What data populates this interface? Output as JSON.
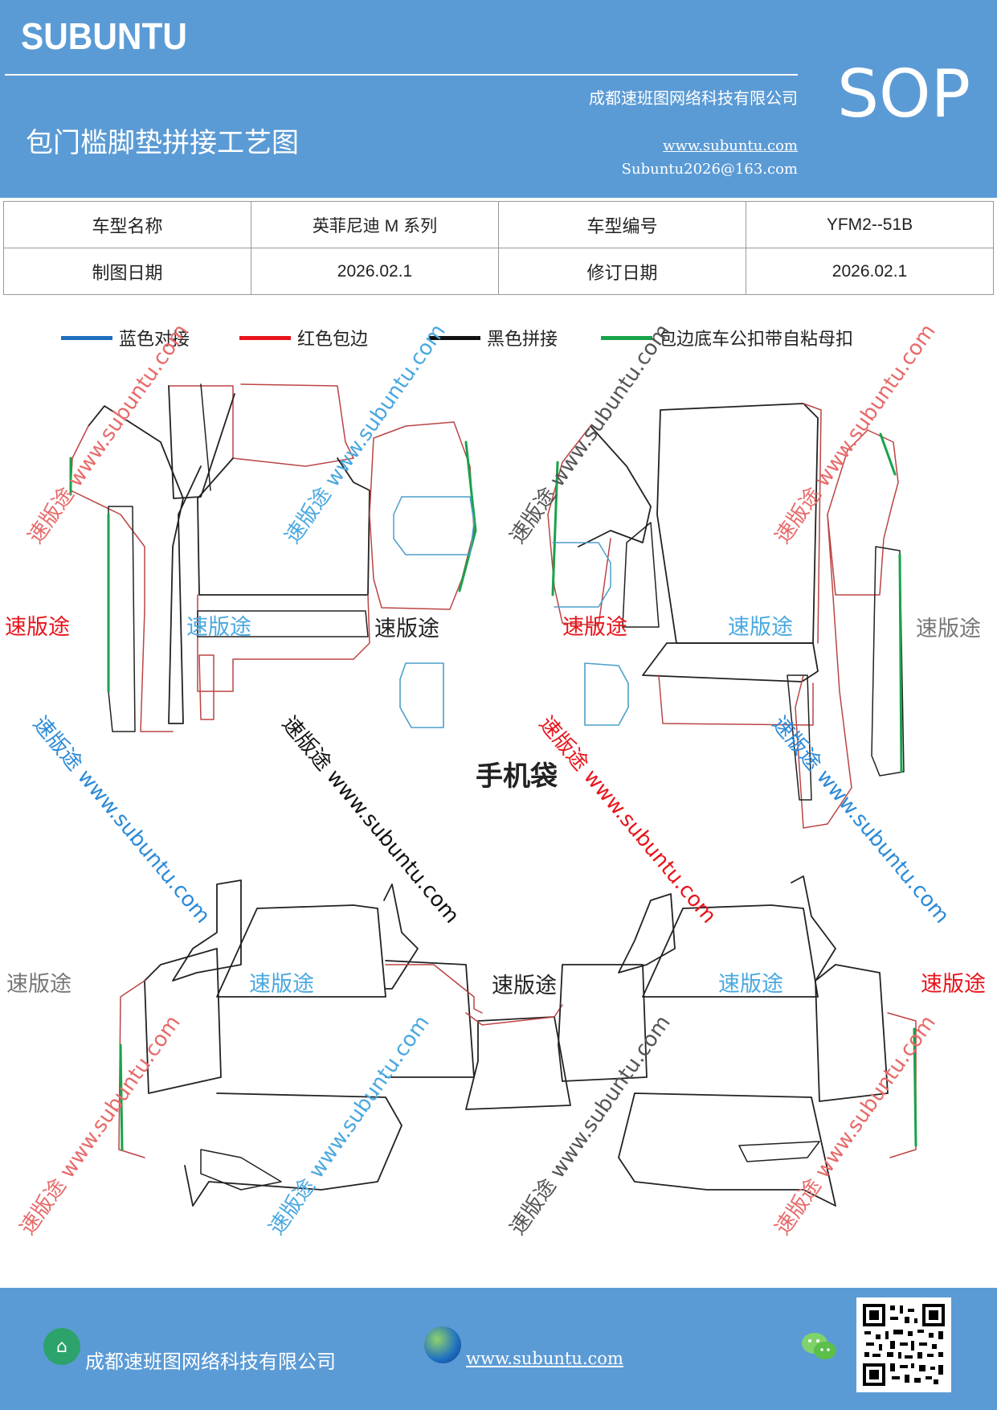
{
  "header": {
    "brand": "SUBUNTU",
    "company": "成都速班图网络科技有限公司",
    "title": "包门槛脚垫拼接工艺图",
    "website": "www.subuntu.com",
    "email": "Subuntu2026@163.com",
    "badge": "SOP",
    "background_color": "#5b9bd5"
  },
  "info_table": {
    "rows": [
      [
        "车型名称",
        "英菲尼迪 M 系列",
        "车型编号",
        "YFM2--51B"
      ],
      [
        "制图日期",
        "2026.02.1",
        "修订日期",
        "2026.02.1"
      ]
    ]
  },
  "legend": [
    {
      "label": "蓝色对接",
      "color": "#1f6fc0"
    },
    {
      "label": "红色包边",
      "color": "#e8141b"
    },
    {
      "label": "黑色拼接",
      "color": "#111111"
    },
    {
      "label": "包边底车公扣带自粘母扣",
      "color": "#18a34a"
    }
  ],
  "drawing": {
    "pocket_label": "手机袋",
    "watermarks": {
      "brand": "速版途",
      "url": "www.subuntu.com",
      "combined": "速版途 www.subuntu.com"
    }
  },
  "footer": {
    "company": "成都速班图网络科技有限公司",
    "website": "www.subuntu.com",
    "icons": [
      "home-icon",
      "globe-icon",
      "wechat-icon",
      "qr-code"
    ]
  }
}
